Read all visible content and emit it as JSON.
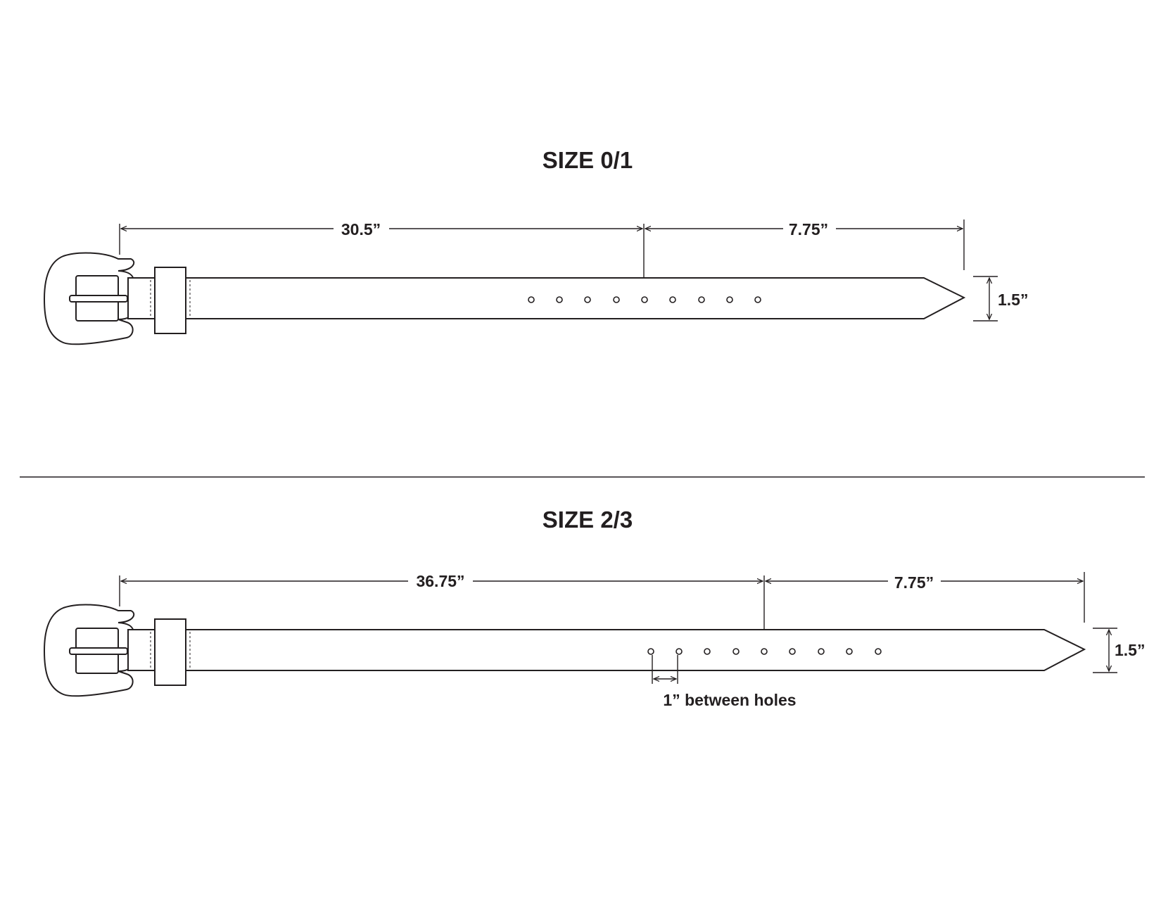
{
  "belts": [
    {
      "title": "SIZE 0/1",
      "length_to_center_hole": "30.5”",
      "tip_length": "7.75”",
      "width": "1.5”",
      "hole_count": 9
    },
    {
      "title": "SIZE 2/3",
      "length_to_center_hole": "36.75”",
      "tip_length": "7.75”",
      "width": "1.5”",
      "hole_count": 9,
      "hole_spacing_note": "1” between holes"
    }
  ],
  "colors": {
    "ink": "#231f20",
    "background": "#ffffff"
  },
  "icons": [
    "buckle-icon",
    "belt-loop-icon"
  ]
}
